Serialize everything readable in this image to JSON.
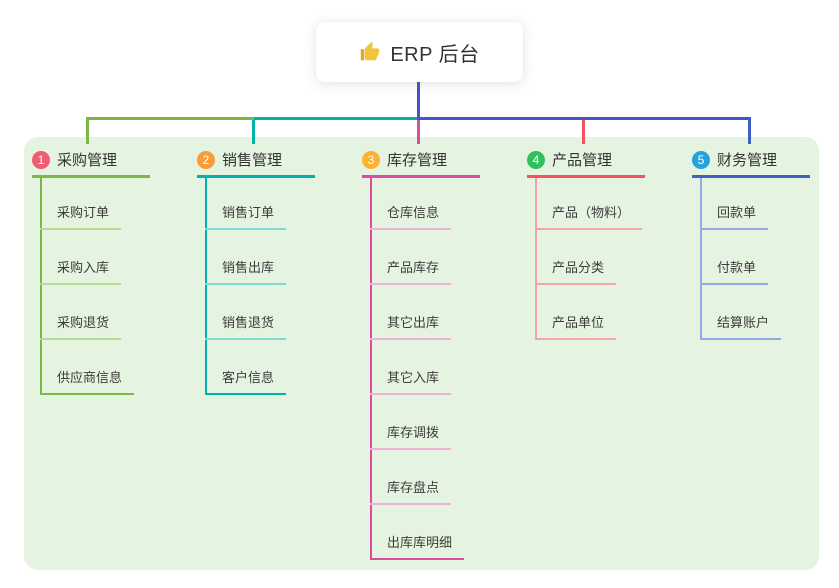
{
  "root": {
    "label": "ERP 后台",
    "icon": "thumbs-up-icon"
  },
  "connector_color": "#4254cb",
  "panel_color": "#e5f4e0",
  "branches": [
    {
      "number": "1",
      "label": "采购管理",
      "color": "#7ab648",
      "light_color": "#b3da93",
      "badge_color": "#f25b70",
      "soft_trunk": false,
      "children": [
        "采购订单",
        "采购入库",
        "采购退货",
        "供应商信息"
      ]
    },
    {
      "number": "2",
      "label": "销售管理",
      "color": "#00b2a9",
      "light_color": "#7fd8d2",
      "badge_color": "#fb9b37",
      "soft_trunk": false,
      "children": [
        "销售订单",
        "销售出库",
        "销售退货",
        "客户信息"
      ]
    },
    {
      "number": "3",
      "label": "库存管理",
      "color": "#da4d9e",
      "light_color": "#eeb0d4",
      "badge_color": "#fcb22e",
      "soft_trunk": false,
      "children": [
        "仓库信息",
        "产品库存",
        "其它出库",
        "其它入库",
        "库存调拨",
        "库存盘点",
        "出库库明细"
      ]
    },
    {
      "number": "4",
      "label": "产品管理",
      "color": "#f3525f",
      "light_color": "#f9a3a9",
      "badge_color": "#2fbf5b",
      "soft_trunk": true,
      "children": [
        "产品（物料）",
        "产品分类",
        "产品单位"
      ]
    },
    {
      "number": "5",
      "label": "财务管理",
      "color": "#4160c6",
      "light_color": "#95aae4",
      "badge_color": "#27a3dc",
      "soft_trunk": true,
      "children": [
        "回款单",
        "付款单",
        "结算账户"
      ]
    }
  ]
}
